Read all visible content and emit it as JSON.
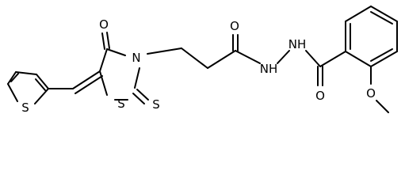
{
  "molecule": {
    "atoms": [
      {
        "label": "S",
        "name": "thiophene-sulfur"
      },
      {
        "label": "O",
        "name": "ring-carbonyl-oxygen"
      },
      {
        "label": "N",
        "name": "thiazolidine-nitrogen"
      },
      {
        "label": "S",
        "name": "thiazolidine-sulfur"
      },
      {
        "label": "S",
        "name": "thioxo-sulfur"
      },
      {
        "label": "O",
        "name": "amide-oxygen"
      },
      {
        "label": "NH",
        "name": "hydrazide-nh-1"
      },
      {
        "label": "NH",
        "name": "hydrazide-nh-2"
      },
      {
        "label": "O",
        "name": "benzoyl-oxygen"
      },
      {
        "label": "O",
        "name": "methoxy-oxygen"
      }
    ]
  }
}
